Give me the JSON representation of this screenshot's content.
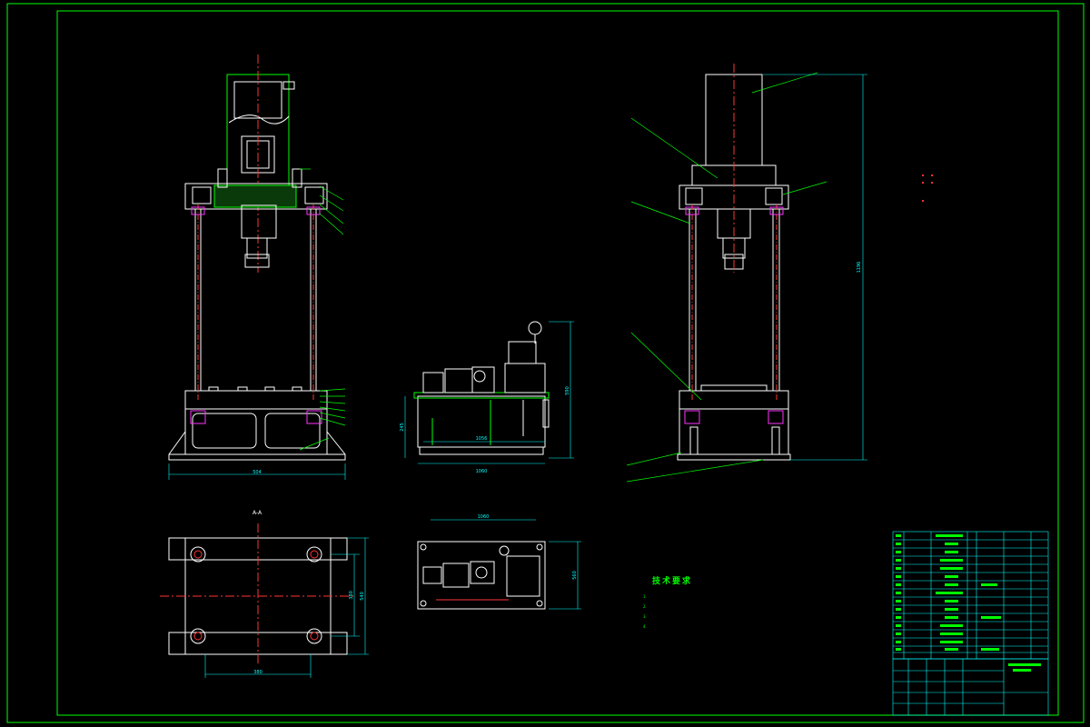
{
  "dimensions": {
    "front_base_width": "504",
    "press_height": "1196",
    "hyd_height": "590",
    "hyd_side": "245",
    "hyd_w1": "1056",
    "hyd_w2": "1060",
    "hyd_plan_w": "1060",
    "hyd_plan_h": "560",
    "section_w": "380",
    "section_h1": "380",
    "section_h2": "540"
  },
  "section_label": "A-A",
  "tech_requirements": {
    "title": "技术要求",
    "items": [
      "1.",
      "2.",
      "3.",
      "4."
    ]
  },
  "colors": {
    "line": "#ffffff",
    "border": "#00ff00",
    "hatch": "#00ff00",
    "dimension": "#00ffff",
    "center": "#ff3333",
    "magenta": "#ff33ff",
    "leader": "#00ff00",
    "title_block": "#00ffff"
  }
}
